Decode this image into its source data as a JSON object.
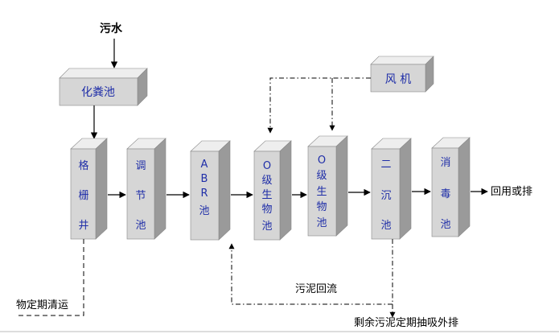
{
  "input": {
    "label": "污水"
  },
  "septic_tank": {
    "label": "化粪池"
  },
  "blower": {
    "label": "风 机"
  },
  "units": [
    {
      "chars": [
        "格",
        "栅",
        "井"
      ]
    },
    {
      "chars": [
        "调",
        "节",
        "池"
      ]
    },
    {
      "chars": [
        "A",
        "B",
        "R",
        "池"
      ]
    },
    {
      "chars": [
        "O",
        "级",
        "生",
        "物",
        "池"
      ]
    },
    {
      "chars": [
        "O",
        "级",
        "生",
        "物",
        "池"
      ]
    },
    {
      "chars": [
        "二",
        "沉",
        "池"
      ]
    },
    {
      "chars": [
        "消",
        "毒",
        "池"
      ]
    }
  ],
  "labels": {
    "output": "回用或排",
    "sludge_return": "污泥回流",
    "excess_sludge": "剩余污泥定期抽吸外排",
    "screenings": "物定期清运"
  },
  "colors": {
    "box_front": "#d6d6d6",
    "box_top": "#eeeeee",
    "box_side": "#9a9a9a",
    "text_blue": "#1f2ea8"
  }
}
